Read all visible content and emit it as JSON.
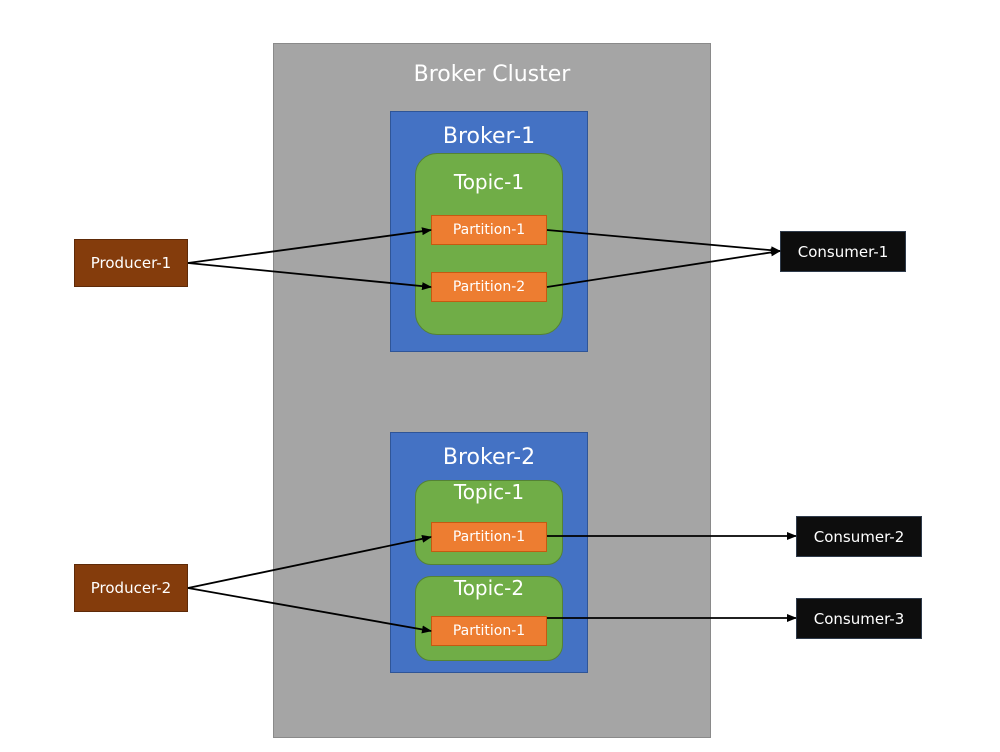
{
  "cluster": {
    "title": "Broker Cluster"
  },
  "brokers": [
    {
      "title": "Broker-1",
      "topics": [
        {
          "title": "Topic-1",
          "partitions": [
            "Partition-1",
            "Partition-2"
          ]
        }
      ]
    },
    {
      "title": "Broker-2",
      "topics": [
        {
          "title": "Topic-1",
          "partitions": [
            "Partition-1"
          ]
        },
        {
          "title": "Topic-2",
          "partitions": [
            "Partition-1"
          ]
        }
      ]
    }
  ],
  "producers": [
    "Producer-1",
    "Producer-2"
  ],
  "consumers": [
    "Consumer-1",
    "Consumer-2",
    "Consumer-3"
  ],
  "colors": {
    "cluster": "#a5a5a5",
    "broker": "#4472c4",
    "topic": "#70ad47",
    "partition": "#ed7d31",
    "producer": "#843c0c",
    "consumer": "#0d0d0d"
  }
}
